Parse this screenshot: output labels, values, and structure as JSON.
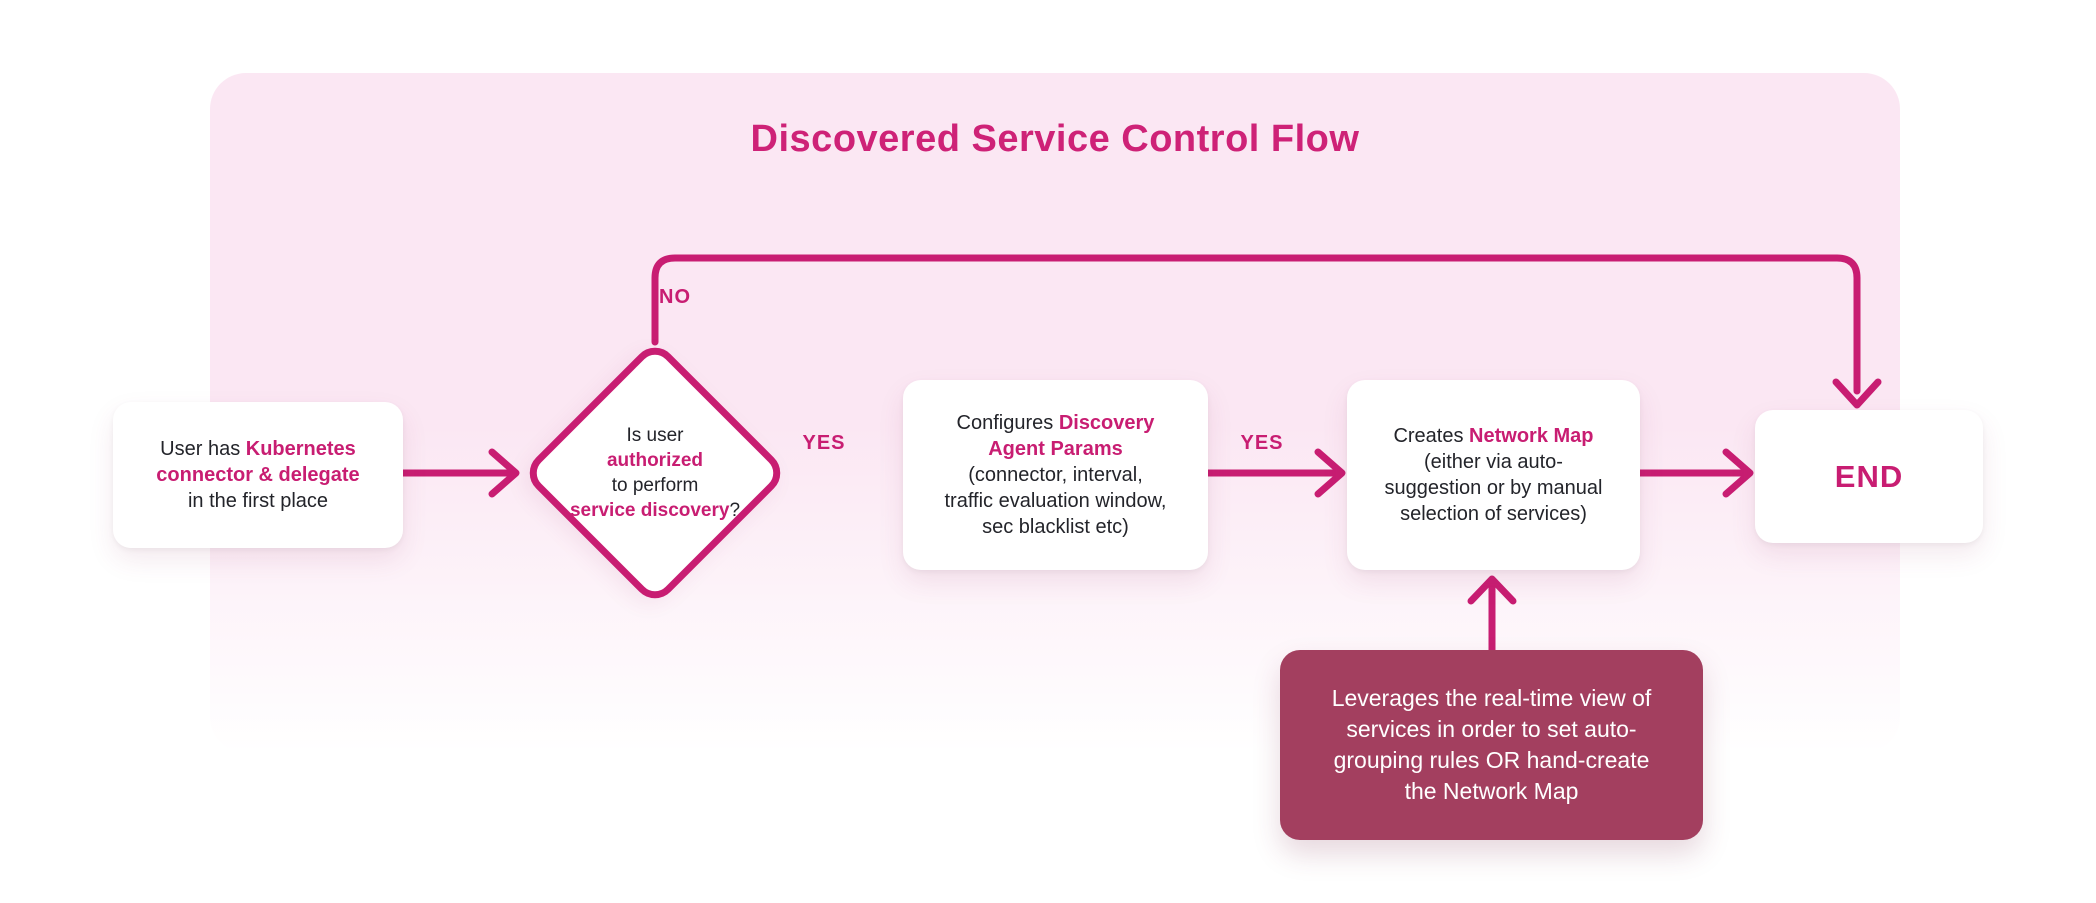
{
  "title": "Discovered Service Control Flow",
  "colors": {
    "accent": "#C81D72",
    "title_color": "#CE2277",
    "panel_pink": "#FBE7F3",
    "note_bg": "#A33F5F",
    "text_dark": "#23242A",
    "node_bg": "#FFFFFF"
  },
  "labels": {
    "no": "NO",
    "yes_to_configure": "YES",
    "yes_to_create": "YES"
  },
  "nodes": {
    "start": [
      {
        "t": "User has "
      },
      {
        "t": "Kubernetes",
        "b": true
      },
      {
        "br": true
      },
      {
        "t": "connector & delegate",
        "b": true
      },
      {
        "br": true
      },
      {
        "t": "in the first place"
      }
    ],
    "decision": [
      {
        "t": "Is user"
      },
      {
        "br": true
      },
      {
        "t": "authorized",
        "b": true
      },
      {
        "br": true
      },
      {
        "t": "to perform"
      },
      {
        "br": true
      },
      {
        "t": "service discovery",
        "b": true
      },
      {
        "t": "?"
      }
    ],
    "configure": [
      {
        "t": "Configures "
      },
      {
        "t": "Discovery",
        "b": true
      },
      {
        "br": true
      },
      {
        "t": "Agent Params",
        "b": true
      },
      {
        "br": true
      },
      {
        "t": "(connector, interval,"
      },
      {
        "br": true
      },
      {
        "t": "traffic evaluation window,"
      },
      {
        "br": true
      },
      {
        "t": "sec blacklist etc)"
      }
    ],
    "create_map": [
      {
        "t": "Creates "
      },
      {
        "t": "Network Map",
        "b": true
      },
      {
        "br": true
      },
      {
        "t": "(either via auto-"
      },
      {
        "br": true
      },
      {
        "t": "suggestion or by manual"
      },
      {
        "br": true
      },
      {
        "t": "selection of services)"
      }
    ],
    "end": "END",
    "note": [
      {
        "t": "Leverages the real-time view of"
      },
      {
        "br": true
      },
      {
        "t": "services in order to set auto-"
      },
      {
        "br": true
      },
      {
        "t": "grouping rules OR hand-create"
      },
      {
        "br": true
      },
      {
        "t": "the Network Map"
      }
    ]
  }
}
